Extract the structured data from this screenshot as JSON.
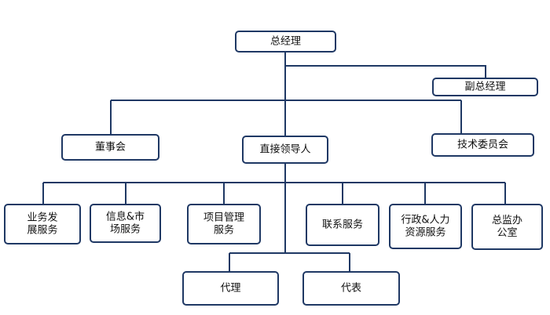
{
  "colors": {
    "line": "#1f3864",
    "box_border": "#1f3864",
    "box_fill": "#ffffff",
    "text": "#111111"
  },
  "nodes": {
    "general_manager": [
      "总经理"
    ],
    "deputy_gm": [
      "副总经理"
    ],
    "board": [
      "董事会"
    ],
    "direct_leader": [
      "直接领导人"
    ],
    "tech_committee": [
      "技术委员会"
    ],
    "business_dev": [
      "业务发",
      "展服务"
    ],
    "info_market": [
      "信息&市",
      "场服务"
    ],
    "project_mgmt": [
      "项目管理",
      "服务"
    ],
    "liaison": [
      "联系服务"
    ],
    "admin_hr": [
      "行政&人力",
      "资源服务"
    ],
    "gm_office": [
      "总监办",
      "公室"
    ],
    "agency": [
      "代理"
    ],
    "representative": [
      "代表"
    ]
  }
}
